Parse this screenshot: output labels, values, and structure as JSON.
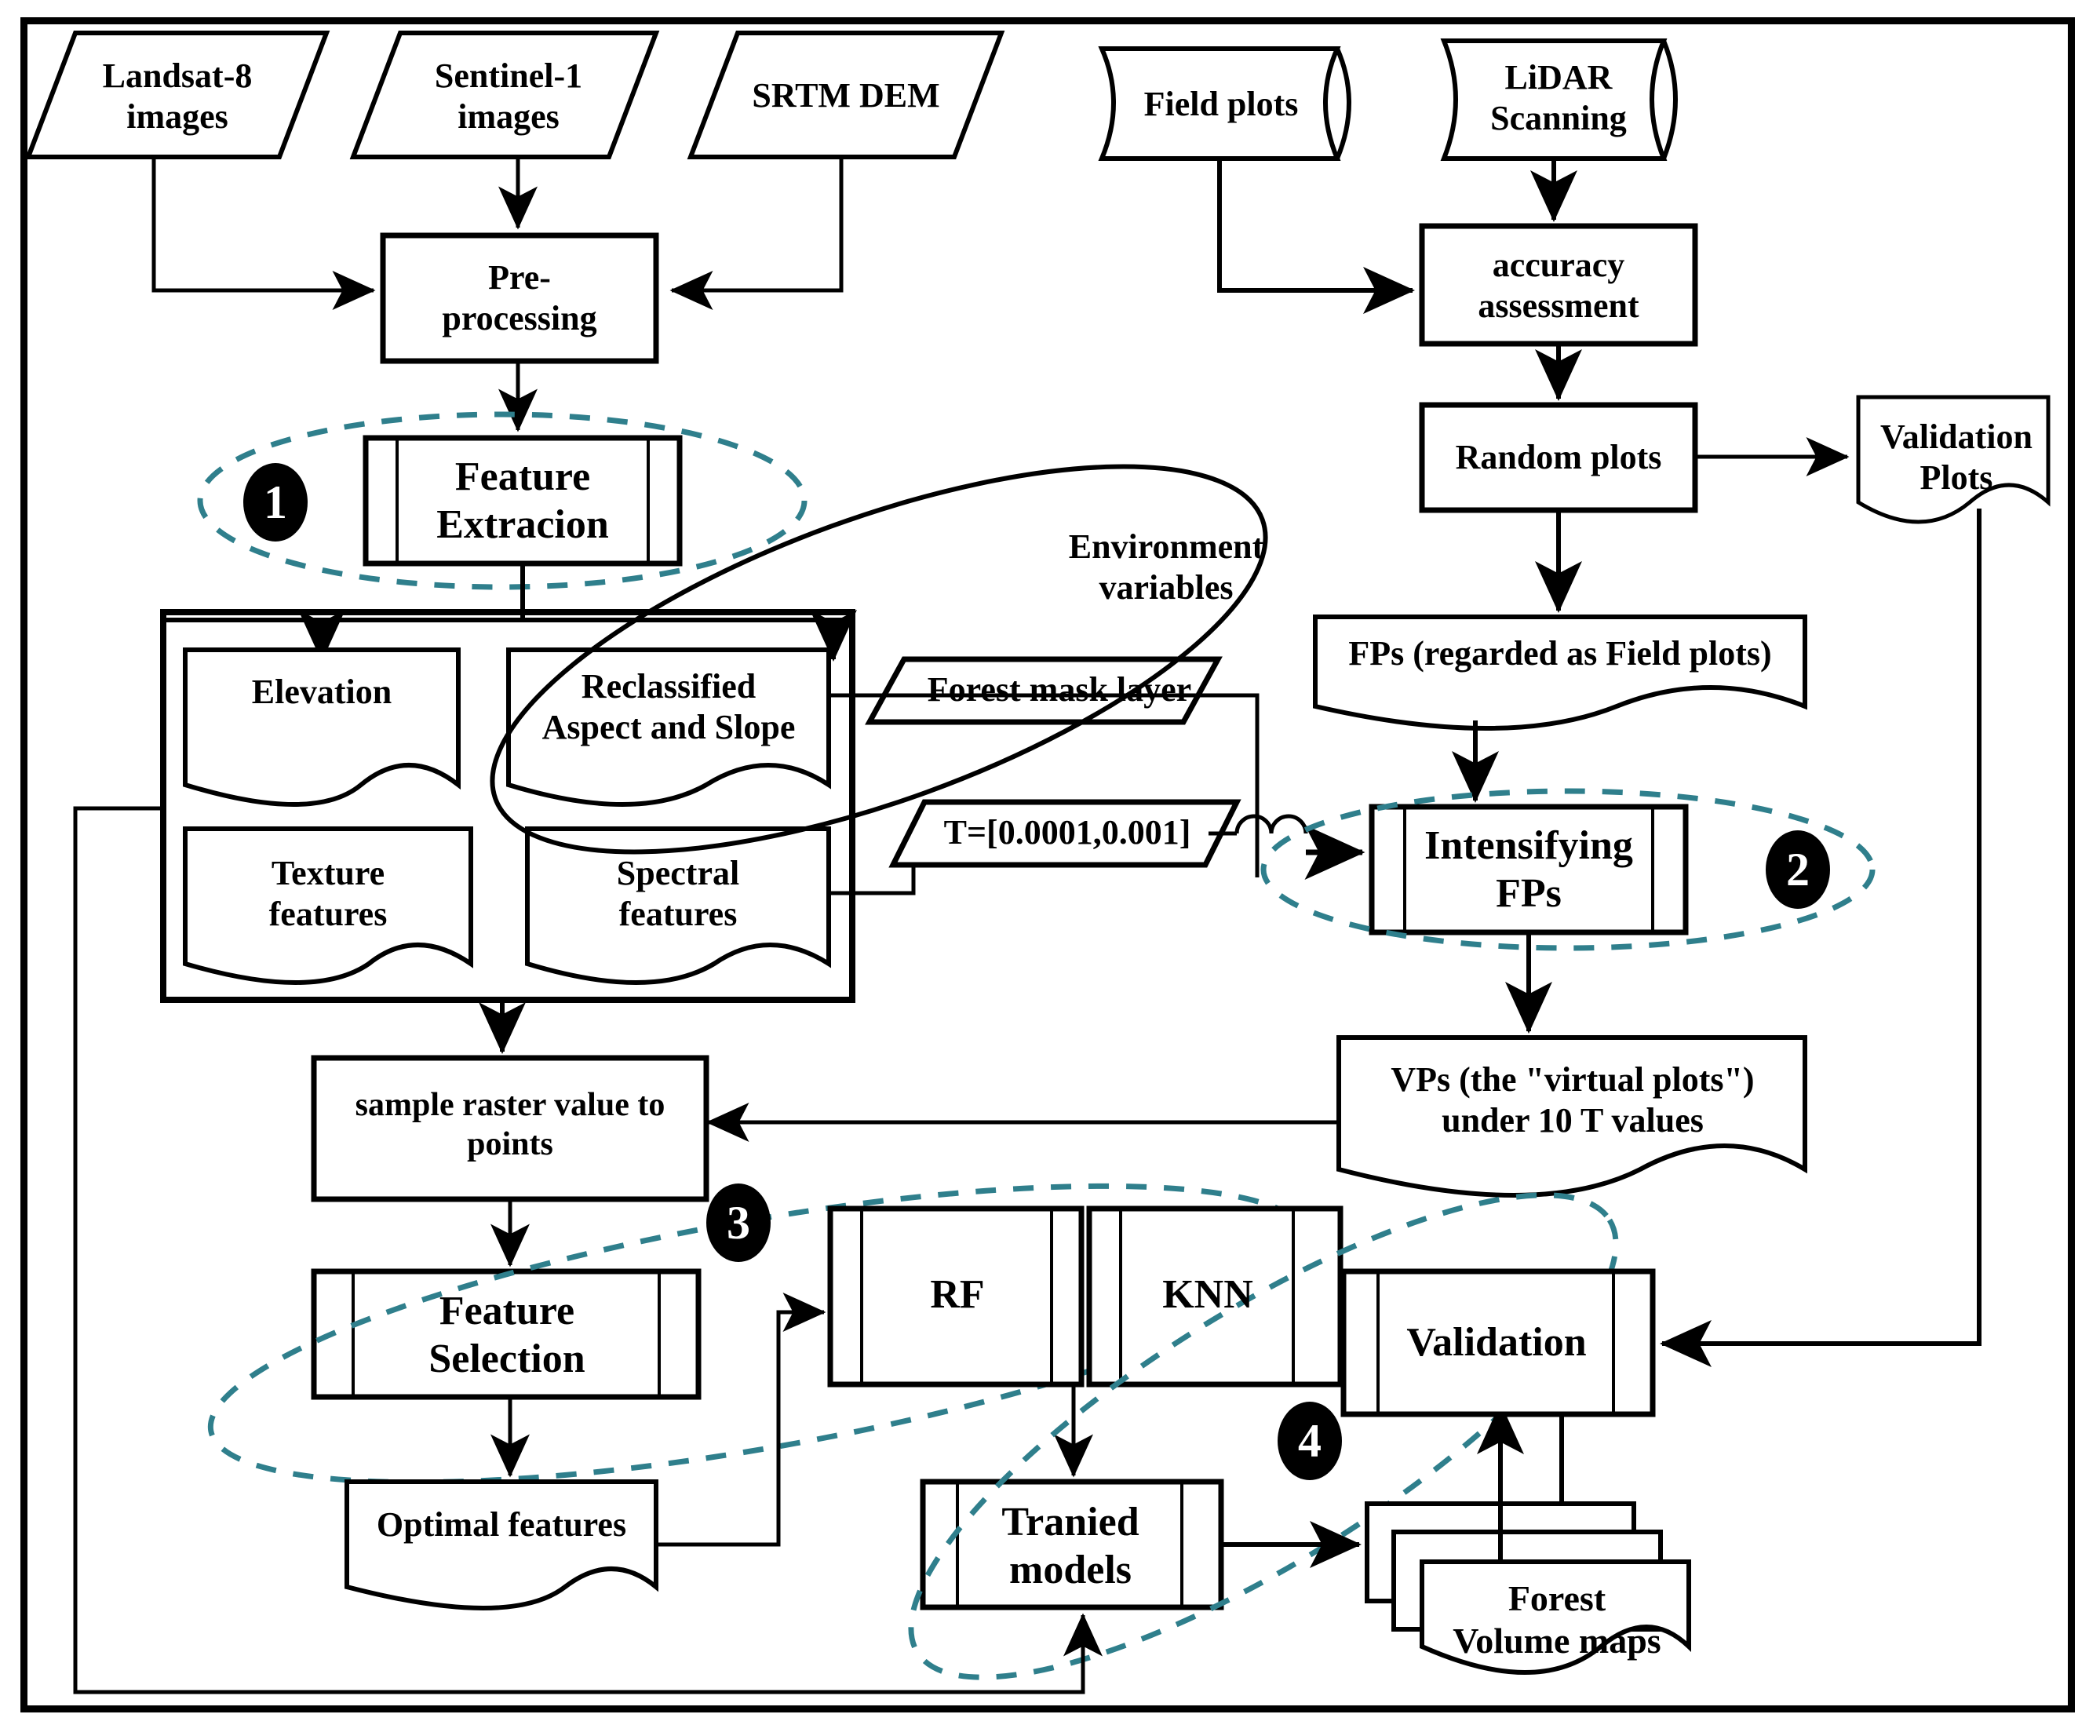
{
  "diagram": {
    "title": "Forest volume mapping workflow",
    "accent_color": "#2f7f8c",
    "line_color": "#000000",
    "background": "#ffffff"
  },
  "nodes": {
    "landsat": {
      "label": "Landsat-8\nimages",
      "shape": "parallelogram"
    },
    "sentinel": {
      "label": "Sentinel-1\nimages",
      "shape": "parallelogram"
    },
    "srtm": {
      "label": "SRTM DEM",
      "shape": "parallelogram"
    },
    "field_plots": {
      "label": "Field plots",
      "shape": "cylinder"
    },
    "lidar": {
      "label": "LiDAR\nScanning",
      "shape": "cylinder"
    },
    "preprocessing": {
      "label": "Pre-\nprocessing",
      "shape": "process"
    },
    "feature_extraction": {
      "label": "Feature\nExtracion",
      "shape": "predefined-process"
    },
    "elevation": {
      "label": "Elevation",
      "shape": "document"
    },
    "reclassified": {
      "label": "Reclassified\nAspect and Slope",
      "shape": "document"
    },
    "texture": {
      "label": "Texture\nfeatures",
      "shape": "document"
    },
    "spectral": {
      "label": "Spectral\nfeatures",
      "shape": "document"
    },
    "environment_variables": {
      "label": "Environment\nvariables",
      "shape": "ellipse-annotation"
    },
    "forest_mask": {
      "label": "Forest mask layer",
      "shape": "parallelogram"
    },
    "threshold": {
      "label": "T=[0.0001,0.001]",
      "shape": "parallelogram"
    },
    "accuracy": {
      "label": "accuracy\nassessment",
      "shape": "process"
    },
    "random_plots": {
      "label": "Random plots",
      "shape": "process"
    },
    "validation_plots": {
      "label": "Validation\nPlots",
      "shape": "document"
    },
    "fps": {
      "label": "FPs (regarded as  Field plots)",
      "shape": "document"
    },
    "intensifying": {
      "label": "Intensifying\nFPs",
      "shape": "predefined-process"
    },
    "vps": {
      "label": "VPs (the \"virtual plots\")\nunder 10 T values",
      "shape": "document"
    },
    "sample_raster": {
      "label": "sample raster value to\npoints",
      "shape": "process"
    },
    "feature_selection": {
      "label": "Feature\nSelection",
      "shape": "predefined-process"
    },
    "rf": {
      "label": "RF",
      "shape": "predefined-process"
    },
    "knn": {
      "label": "KNN",
      "shape": "predefined-process"
    },
    "validation": {
      "label": "Validation",
      "shape": "predefined-process"
    },
    "optimal_features": {
      "label": "Optimal features",
      "shape": "document"
    },
    "trained_models": {
      "label": "Tranied\nmodels",
      "shape": "predefined-process"
    },
    "forest_volume_maps": {
      "label": "Forest\nVolume maps",
      "shape": "multi-document"
    }
  },
  "markers": [
    {
      "id": "marker-1",
      "label": "1"
    },
    {
      "id": "marker-2",
      "label": "2"
    },
    {
      "id": "marker-3",
      "label": "3"
    },
    {
      "id": "marker-4",
      "label": "4"
    }
  ]
}
